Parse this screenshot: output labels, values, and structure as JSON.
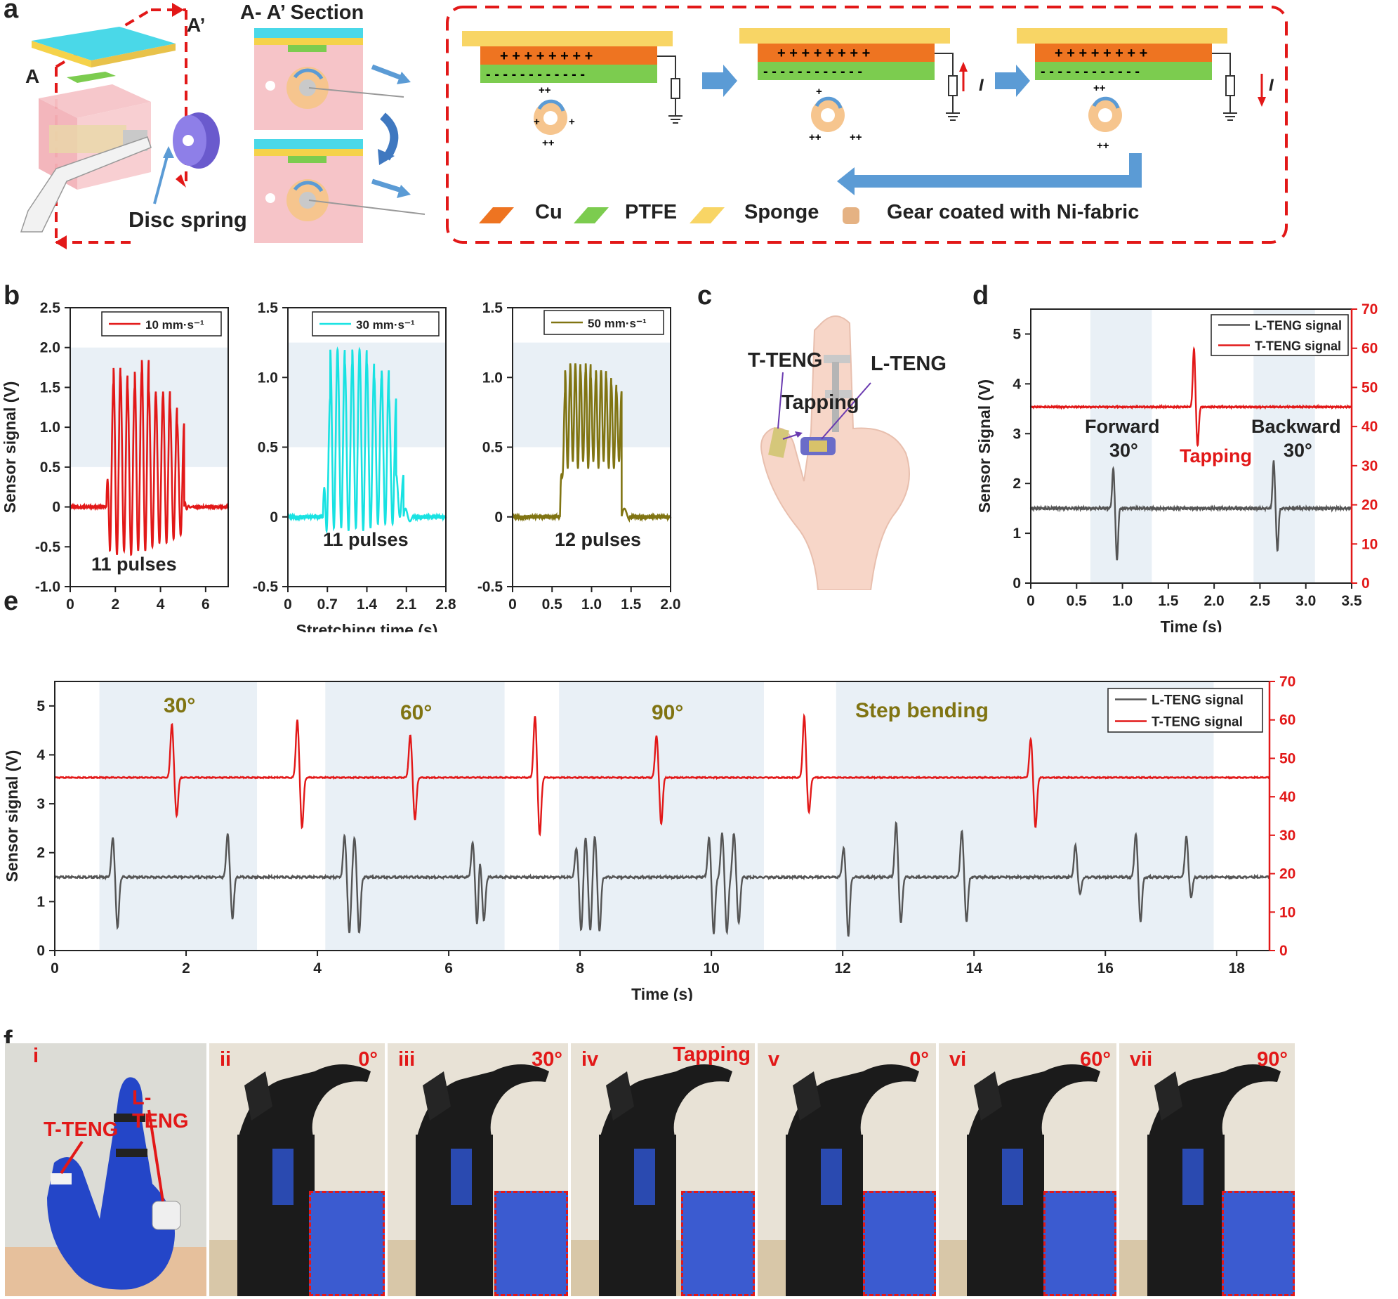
{
  "panels": {
    "a": "a",
    "b": "b",
    "c": "c",
    "d": "d",
    "e": "e",
    "f": "f"
  },
  "panel_a": {
    "label_A": "A",
    "label_A2": "A’",
    "section_title": "A- A’ Section",
    "disc_spring": "Disc spring",
    "current_label": "I",
    "legend": [
      {
        "label": "Cu",
        "color": "#ee7421"
      },
      {
        "label": "PTFE",
        "color": "#7ccc4f"
      },
      {
        "label": "Sponge",
        "color": "#f8d565"
      },
      {
        "label": "Gear coated with Ni-fabric",
        "color": "#e5b283"
      }
    ]
  },
  "panel_c": {
    "t_teng": "T-TENG",
    "l_teng": "L-TENG",
    "tapping": "Tapping"
  },
  "panel_d": {
    "forward": "Forward",
    "forward_deg": "30°",
    "tapping": "Tapping",
    "backward": "Backward",
    "backward_deg": "30°"
  },
  "panel_e": {
    "a30": "30°",
    "a60": "60°",
    "a90": "90°",
    "step": "Step bending"
  },
  "panel_f": {
    "photos": [
      {
        "numeral": "i",
        "angle": "",
        "t_teng": "T-TENG",
        "l_teng": "L-TENG"
      },
      {
        "numeral": "ii",
        "angle": "0°"
      },
      {
        "numeral": "iii",
        "angle": "30°"
      },
      {
        "numeral": "iv",
        "angle": "Tapping"
      },
      {
        "numeral": "v",
        "angle": "0°"
      },
      {
        "numeral": "vi",
        "angle": "60°"
      },
      {
        "numeral": "vii",
        "angle": "90°"
      }
    ]
  },
  "colors": {
    "red": "#e21818",
    "cyan": "#18e2e2",
    "olive": "#807412",
    "grey": "#555555",
    "band": "#e9f0f6",
    "blue_arrow": "#5b9bd5"
  },
  "chart_data": [
    {
      "id": "b1",
      "type": "line",
      "ylabel": "Sensor signal (V)",
      "xlim": [
        0,
        7
      ],
      "ylim": [
        -1.0,
        2.5
      ],
      "xticks": [
        0,
        2,
        4,
        6
      ],
      "xtick_labels": [
        "0",
        "2",
        "4",
        "6"
      ],
      "yticks": [
        -1.0,
        -0.5,
        0,
        0.5,
        1.0,
        1.5,
        2.0,
        2.5
      ],
      "ytick_labels": [
        "-1.0",
        "-0.5",
        "0",
        "0.5",
        "1.0",
        "1.5",
        "2.0",
        "2.5"
      ],
      "series": [
        {
          "name": "10 mm·s⁻¹",
          "color": "#e21818",
          "baseline": 0.0,
          "start": 1.6,
          "end": 5.05,
          "peaks": [
            1.55,
            1.75,
            1.65,
            1.5,
            1.7,
            1.85,
            1.45,
            1.4,
            1.45,
            1.25,
            1.05
          ],
          "troughs": [
            -0.55,
            -0.6,
            -0.55,
            -0.6,
            -0.55,
            -0.55,
            -0.5,
            -0.45,
            -0.45,
            -0.4,
            -0.35
          ]
        }
      ],
      "band": [
        0.5,
        2.0
      ],
      "annotation": "11 pulses"
    },
    {
      "id": "b2",
      "type": "line",
      "xlabel": "Stretching time (s)",
      "xlim": [
        0,
        2.8
      ],
      "ylim": [
        -0.5,
        1.5
      ],
      "xticks": [
        0,
        0.7,
        1.4,
        2.1,
        2.8
      ],
      "xtick_labels": [
        "0",
        "0.7",
        "1.4",
        "2.1",
        "2.8"
      ],
      "yticks": [
        -0.5,
        0,
        0.5,
        1.0,
        1.5
      ],
      "ytick_labels": [
        "-0.5",
        "0",
        "0.5",
        "1.0",
        "1.5"
      ],
      "series": [
        {
          "name": "30 mm·s⁻¹",
          "color": "#18e2e2",
          "baseline": 0.0,
          "start": 0.62,
          "end": 2.05,
          "peaks": [
            0.85,
            1.2,
            1.2,
            1.1,
            1.2,
            1.2,
            1.1,
            1.0,
            1.05,
            0.85,
            0.3
          ],
          "troughs": [
            -0.1,
            -0.08,
            -0.08,
            -0.1,
            -0.08,
            -0.1,
            -0.08,
            -0.05,
            -0.05,
            -0.05,
            0.0
          ]
        }
      ],
      "band": [
        0.5,
        1.25
      ],
      "annotation": "11 pulses"
    },
    {
      "id": "b3",
      "type": "line",
      "xlim": [
        0,
        2.0
      ],
      "ylim": [
        -0.5,
        1.5
      ],
      "xticks": [
        0,
        0.5,
        1.0,
        1.5,
        2.0
      ],
      "xtick_labels": [
        "0",
        "0.5",
        "1.0",
        "1.5",
        "2.0"
      ],
      "yticks": [
        -0.5,
        0,
        0.5,
        1.0,
        1.5
      ],
      "ytick_labels": [
        "-0.5",
        "0",
        "0.5",
        "1.0",
        "1.5"
      ],
      "series": [
        {
          "name": "50 mm·s⁻¹",
          "color": "#807412",
          "baseline": 0.0,
          "start": 0.6,
          "end": 1.38,
          "peaks": [
            0.9,
            1.05,
            1.1,
            1.1,
            1.05,
            1.1,
            1.0,
            1.05,
            1.05,
            1.0,
            0.95,
            0.9
          ],
          "troughs": [
            0.3,
            0.35,
            0.4,
            0.35,
            0.4,
            0.35,
            0.4,
            0.35,
            0.4,
            0.35,
            0.35,
            0.4
          ]
        }
      ],
      "band": [
        0.5,
        1.25
      ],
      "annotation": "12 pulses"
    },
    {
      "id": "d",
      "type": "line",
      "xlabel": "Time (s)",
      "ylabel": "Sensor Signal (V)",
      "xlim": [
        0,
        3.5
      ],
      "ylim": [
        0,
        5.5
      ],
      "y2lim": [
        0,
        70
      ],
      "xticks": [
        0,
        0.5,
        1.0,
        1.5,
        2.0,
        2.5,
        3.0,
        3.5
      ],
      "xtick_labels": [
        "0",
        "0.5",
        "1.0",
        "1.5",
        "2.0",
        "2.5",
        "3.0",
        "3.5"
      ],
      "yticks": [
        0,
        1,
        2,
        3,
        4,
        5
      ],
      "ytick_labels": [
        "0",
        "1",
        "2",
        "3",
        "4",
        "5"
      ],
      "y2ticks": [
        0,
        10,
        20,
        30,
        40,
        50,
        60,
        70
      ],
      "y2tick_labels": [
        "0",
        "10",
        "20",
        "30",
        "40",
        "50",
        "60",
        "70"
      ],
      "bands": [
        [
          0.65,
          1.32
        ],
        [
          2.43,
          3.1
        ]
      ],
      "series": [
        {
          "name": "L-TENG signal",
          "color": "#555555",
          "axis": "left",
          "baseline": 1.5,
          "events": [
            {
              "t": 0.92,
              "up": 2.3,
              "down": 0.45
            },
            {
              "t": 2.67,
              "up": 2.45,
              "down": 0.65
            }
          ]
        },
        {
          "name": "T-TENG signal",
          "color": "#e21818",
          "axis": "right",
          "baseline": 45,
          "events": [
            {
              "t": 1.8,
              "up": 60,
              "down": 35
            }
          ]
        }
      ]
    },
    {
      "id": "e",
      "type": "line",
      "xlabel": "Time (s)",
      "ylabel": "Sensor signal (V)",
      "xlim": [
        0,
        18.5
      ],
      "ylim": [
        0,
        5.5
      ],
      "y2lim": [
        0,
        70
      ],
      "xticks": [
        0,
        2,
        4,
        6,
        8,
        10,
        12,
        14,
        16,
        18
      ],
      "xtick_labels": [
        "0",
        "2",
        "4",
        "6",
        "8",
        "10",
        "12",
        "14",
        "16",
        "18"
      ],
      "yticks": [
        0,
        1,
        2,
        3,
        4,
        5
      ],
      "ytick_labels": [
        "0",
        "1",
        "2",
        "3",
        "4",
        "5"
      ],
      "y2ticks": [
        0,
        10,
        20,
        30,
        40,
        50,
        60,
        70
      ],
      "y2tick_labels": [
        "0",
        "10",
        "20",
        "30",
        "40",
        "50",
        "60",
        "70"
      ],
      "bands": [
        [
          0.68,
          3.08
        ],
        [
          4.12,
          6.85
        ],
        [
          7.68,
          10.8
        ],
        [
          11.9,
          17.65
        ]
      ],
      "series": [
        {
          "name": "L-TENG signal",
          "color": "#555555",
          "axis": "left",
          "baseline": 1.5,
          "events": [
            {
              "t": 0.92,
              "up": 2.3,
              "down": 0.45
            },
            {
              "t": 2.67,
              "up": 2.4,
              "down": 0.65
            },
            {
              "t": 4.45,
              "up": 2.35,
              "down": 0.35
            },
            {
              "t": 4.6,
              "up": 2.3,
              "down": 0.35
            },
            {
              "t": 6.4,
              "up": 2.2,
              "down": 0.3
            },
            {
              "t": 6.5,
              "up": 2.1,
              "down": 0.6
            },
            {
              "t": 7.98,
              "up": 2.1,
              "down": 0.4
            },
            {
              "t": 8.12,
              "up": 2.3,
              "down": 0.4
            },
            {
              "t": 8.26,
              "up": 2.35,
              "down": 0.4
            },
            {
              "t": 10.0,
              "up": 2.3,
              "down": 0.35
            },
            {
              "t": 10.2,
              "up": 2.4,
              "down": 0.35
            },
            {
              "t": 10.38,
              "up": 2.4,
              "down": 0.55
            },
            {
              "t": 12.05,
              "up": 2.1,
              "down": 0.3
            },
            {
              "t": 12.85,
              "up": 2.6,
              "down": 0.55
            },
            {
              "t": 13.85,
              "up": 2.45,
              "down": 0.6
            },
            {
              "t": 15.58,
              "up": 2.15,
              "down": 1.15
            },
            {
              "t": 16.5,
              "up": 2.4,
              "down": 0.6
            },
            {
              "t": 17.27,
              "up": 2.35,
              "down": 1.1
            }
          ]
        },
        {
          "name": "T-TENG signal",
          "color": "#e21818",
          "axis": "right",
          "baseline": 45,
          "events": [
            {
              "t": 1.82,
              "up": 59,
              "down": 35
            },
            {
              "t": 3.73,
              "up": 60,
              "down": 32
            },
            {
              "t": 5.45,
              "up": 56,
              "down": 34
            },
            {
              "t": 7.35,
              "up": 61,
              "down": 30
            },
            {
              "t": 9.2,
              "up": 56,
              "down": 33
            },
            {
              "t": 11.45,
              "up": 61,
              "down": 36
            },
            {
              "t": 14.9,
              "up": 55,
              "down": 32
            }
          ]
        }
      ]
    }
  ]
}
